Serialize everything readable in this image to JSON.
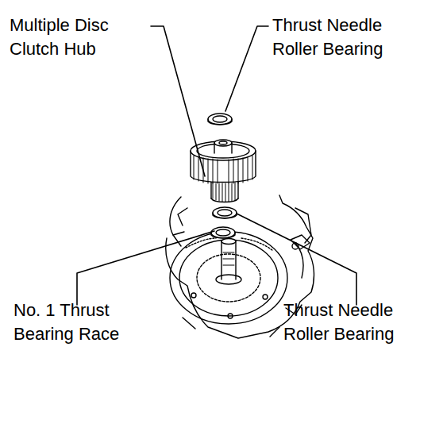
{
  "diagram": {
    "labels": [
      "Multiple Disc Clutch Hub",
      "Thrust Needle Roller Bearing",
      "No. 1 Thrust Bearing Race",
      "Thrust Needle Roller Bearing"
    ]
  }
}
